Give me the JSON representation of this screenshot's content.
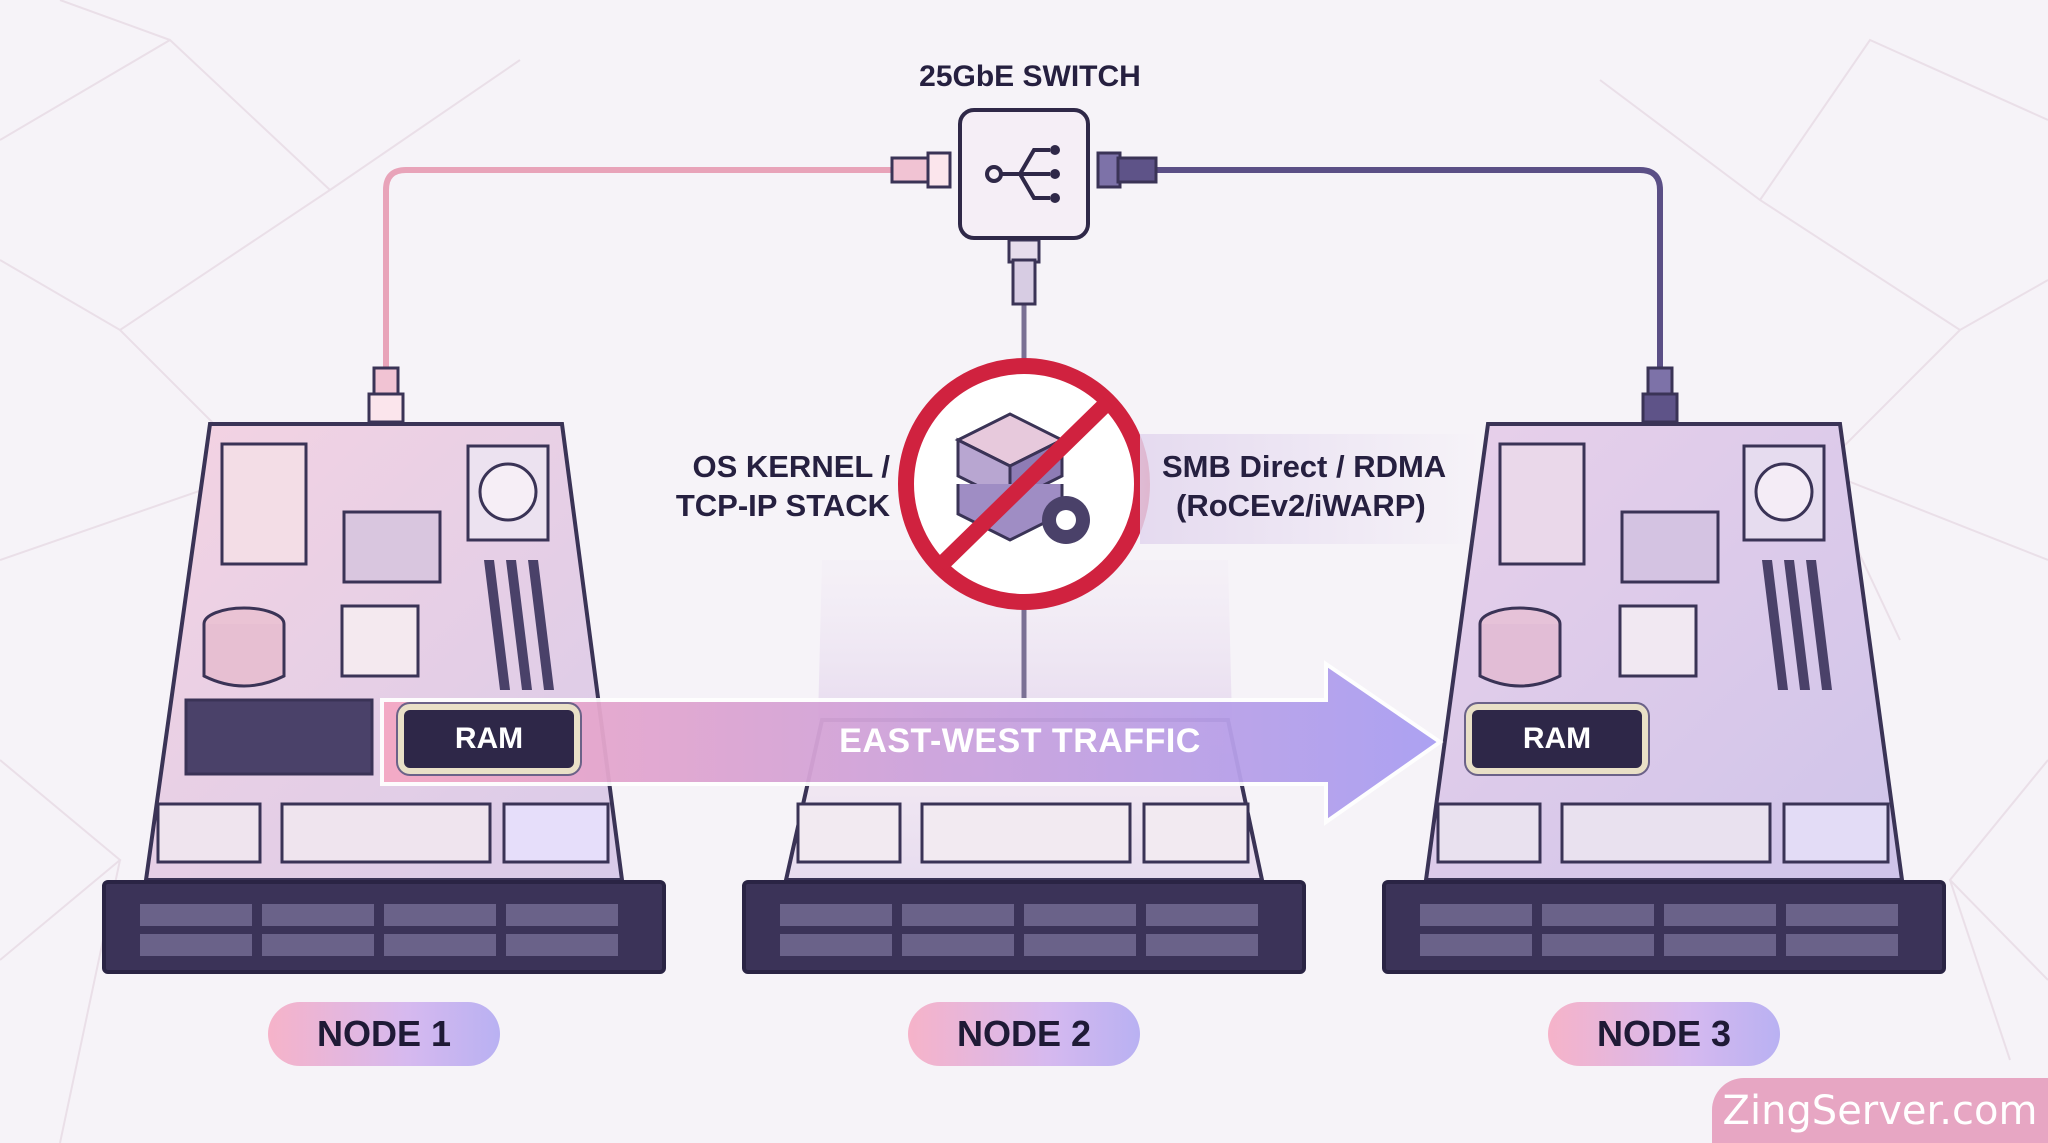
{
  "switch": {
    "title": "25GbE SWITCH",
    "icon": "network-switch-icon"
  },
  "blocked_path": {
    "label_line1": "OS KERNEL /",
    "label_line2": "TCP-IP STACK",
    "icon": "prohibited-cpu-icon"
  },
  "rdma": {
    "line1": "SMB Direct / RDMA",
    "line2": "(RoCEv2/iWARP)"
  },
  "traffic": {
    "label": "EAST-WEST TRAFFIC"
  },
  "nodes": [
    {
      "label": "NODE 1",
      "ram_label": "RAM"
    },
    {
      "label": "NODE 2"
    },
    {
      "label": "NODE 3",
      "ram_label": "RAM"
    }
  ],
  "colors": {
    "cable_left": "#e8a3b9",
    "cable_right": "#5b4f86",
    "prohibit_red": "#d0223f",
    "arrow_start": "#f4a9c4",
    "arrow_end": "#a99ef2"
  },
  "watermark": "ZingServer.com"
}
